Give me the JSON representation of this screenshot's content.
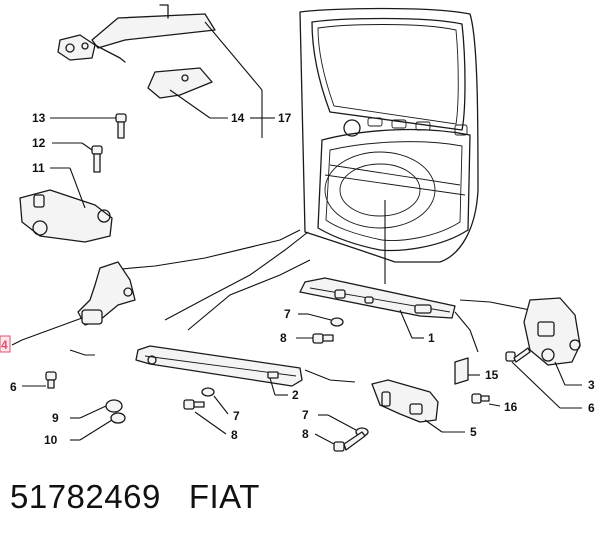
{
  "diagram": {
    "callouts": [
      {
        "id": "13",
        "label": "13"
      },
      {
        "id": "12",
        "label": "12"
      },
      {
        "id": "11",
        "label": "11"
      },
      {
        "id": "14",
        "label": "14"
      },
      {
        "id": "17",
        "label": "17"
      },
      {
        "id": "4",
        "label": "4",
        "highlighted": true
      },
      {
        "id": "6a",
        "label": "6"
      },
      {
        "id": "9",
        "label": "9"
      },
      {
        "id": "10",
        "label": "10"
      },
      {
        "id": "7a",
        "label": "7"
      },
      {
        "id": "8a",
        "label": "8"
      },
      {
        "id": "1",
        "label": "1"
      },
      {
        "id": "2",
        "label": "2"
      },
      {
        "id": "7b",
        "label": "7"
      },
      {
        "id": "8b",
        "label": "8"
      },
      {
        "id": "7c",
        "label": "7"
      },
      {
        "id": "8c",
        "label": "8"
      },
      {
        "id": "5",
        "label": "5"
      },
      {
        "id": "15",
        "label": "15"
      },
      {
        "id": "16",
        "label": "16"
      },
      {
        "id": "3",
        "label": "3"
      },
      {
        "id": "6b",
        "label": "6"
      }
    ],
    "highlight_color": "#e05070"
  },
  "footer": {
    "part_number": "51782469",
    "brand": "FIAT"
  }
}
